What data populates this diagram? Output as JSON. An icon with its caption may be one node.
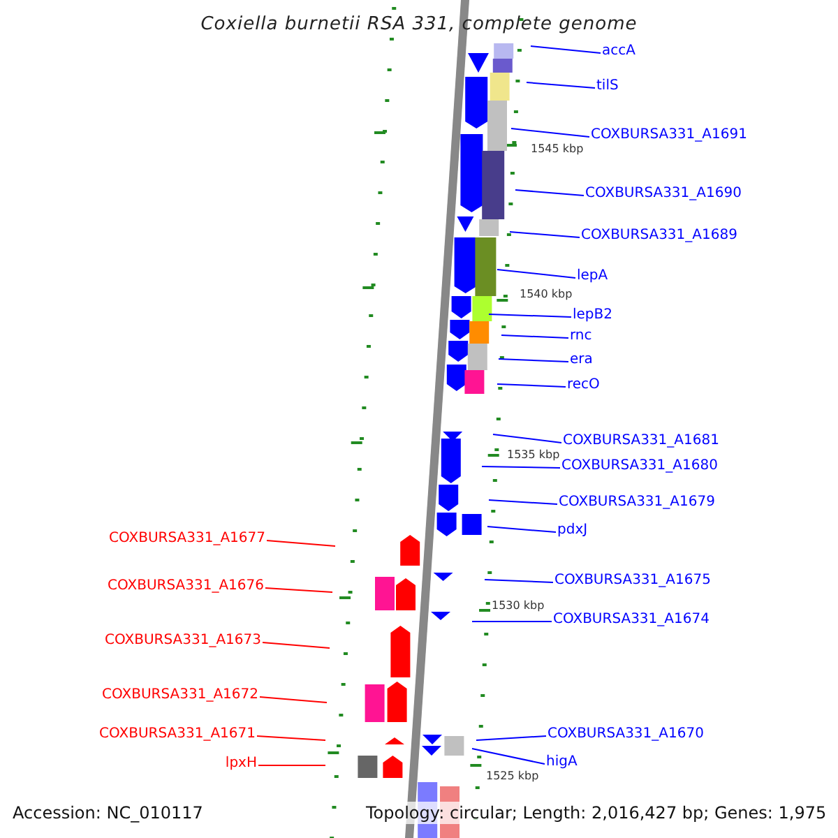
{
  "diagram": {
    "title": "Coxiella burnetii RSA 331, complete genome",
    "nodes": [
      {
        "text": [
          "accA"
        ]
      },
      {
        "text": [
          "tilS"
        ]
      },
      {
        "text": [
          "COXBURSA331_A1691"
        ]
      },
      {
        "text": [
          "COXBURSA331_A1690"
        ]
      },
      {
        "text": [
          "COXBURSA331_A1689"
        ]
      },
      {
        "text": [
          "lepA"
        ]
      },
      {
        "text": [
          "lepB2"
        ]
      },
      {
        "text": [
          "rnc"
        ]
      },
      {
        "text": [
          "era"
        ]
      },
      {
        "text": [
          "recO"
        ]
      },
      {
        "text": [
          "COXBURSA331_A1681"
        ]
      },
      {
        "text": [
          "COXBURSA331_A1680"
        ]
      },
      {
        "text": [
          "COXBURSA331_A1679"
        ]
      },
      {
        "text": [
          "pdxJ"
        ]
      },
      {
        "text": [
          "COXBURSA331_A1675"
        ]
      },
      {
        "text": [
          "COXBURSA331_A1674"
        ]
      },
      {
        "text": [
          "COXBURSA331_A1670"
        ]
      },
      {
        "text": [
          "higA"
        ]
      },
      {
        "text": [
          "COXBURSA331_A1677"
        ]
      },
      {
        "text": [
          "COXBURSA331_A1676"
        ]
      },
      {
        "text": [
          "COXBURSA331_A1673"
        ]
      },
      {
        "text": [
          "COXBURSA331_A1672"
        ]
      },
      {
        "text": [
          "COXBURSA331_A1671"
        ]
      },
      {
        "text": [
          "lpxH"
        ]
      }
    ],
    "edges": [
      {
        "from": 0,
        "to": null,
        "arrow": "none"
      },
      {
        "from": 1,
        "to": null,
        "arrow": "none"
      },
      {
        "from": 2,
        "to": null,
        "arrow": "none"
      },
      {
        "from": 3,
        "to": null,
        "arrow": "none"
      },
      {
        "from": 4,
        "to": null,
        "arrow": "none"
      },
      {
        "from": 5,
        "to": null,
        "arrow": "none"
      },
      {
        "from": 6,
        "to": null,
        "arrow": "none"
      },
      {
        "from": 7,
        "to": null,
        "arrow": "none"
      },
      {
        "from": 8,
        "to": null,
        "arrow": "none"
      },
      {
        "from": 9,
        "to": null,
        "arrow": "none"
      },
      {
        "from": 10,
        "to": null,
        "arrow": "none"
      },
      {
        "from": 11,
        "to": null,
        "arrow": "none"
      },
      {
        "from": 12,
        "to": null,
        "arrow": "none"
      },
      {
        "from": 13,
        "to": null,
        "arrow": "none"
      },
      {
        "from": 14,
        "to": null,
        "arrow": "none"
      },
      {
        "from": 15,
        "to": null,
        "arrow": "none"
      },
      {
        "from": 16,
        "to": null,
        "arrow": "none"
      },
      {
        "from": 17,
        "to": null,
        "arrow": "none"
      },
      {
        "from": 18,
        "to": null,
        "arrow": "none",
        "color": "#ff0000"
      },
      {
        "from": 19,
        "to": null,
        "arrow": "none",
        "color": "#ff0000"
      },
      {
        "from": 20,
        "to": null,
        "arrow": "none",
        "color": "#ff0000"
      },
      {
        "from": 21,
        "to": null,
        "arrow": "none",
        "color": "#ff0000"
      },
      {
        "from": 22,
        "to": null,
        "arrow": "none",
        "color": "#ff0000"
      },
      {
        "from": 23,
        "to": null,
        "arrow": "none",
        "color": "#ff0000"
      }
    ],
    "labels": [
      "1545 kbp",
      "1540 kbp",
      "1535 kbp",
      "1530 kbp",
      "1525 kbp",
      "Accession: NC_010117",
      "Topology: circular; Length: 2,016,427 bp; Genes: 1,975"
    ]
  }
}
